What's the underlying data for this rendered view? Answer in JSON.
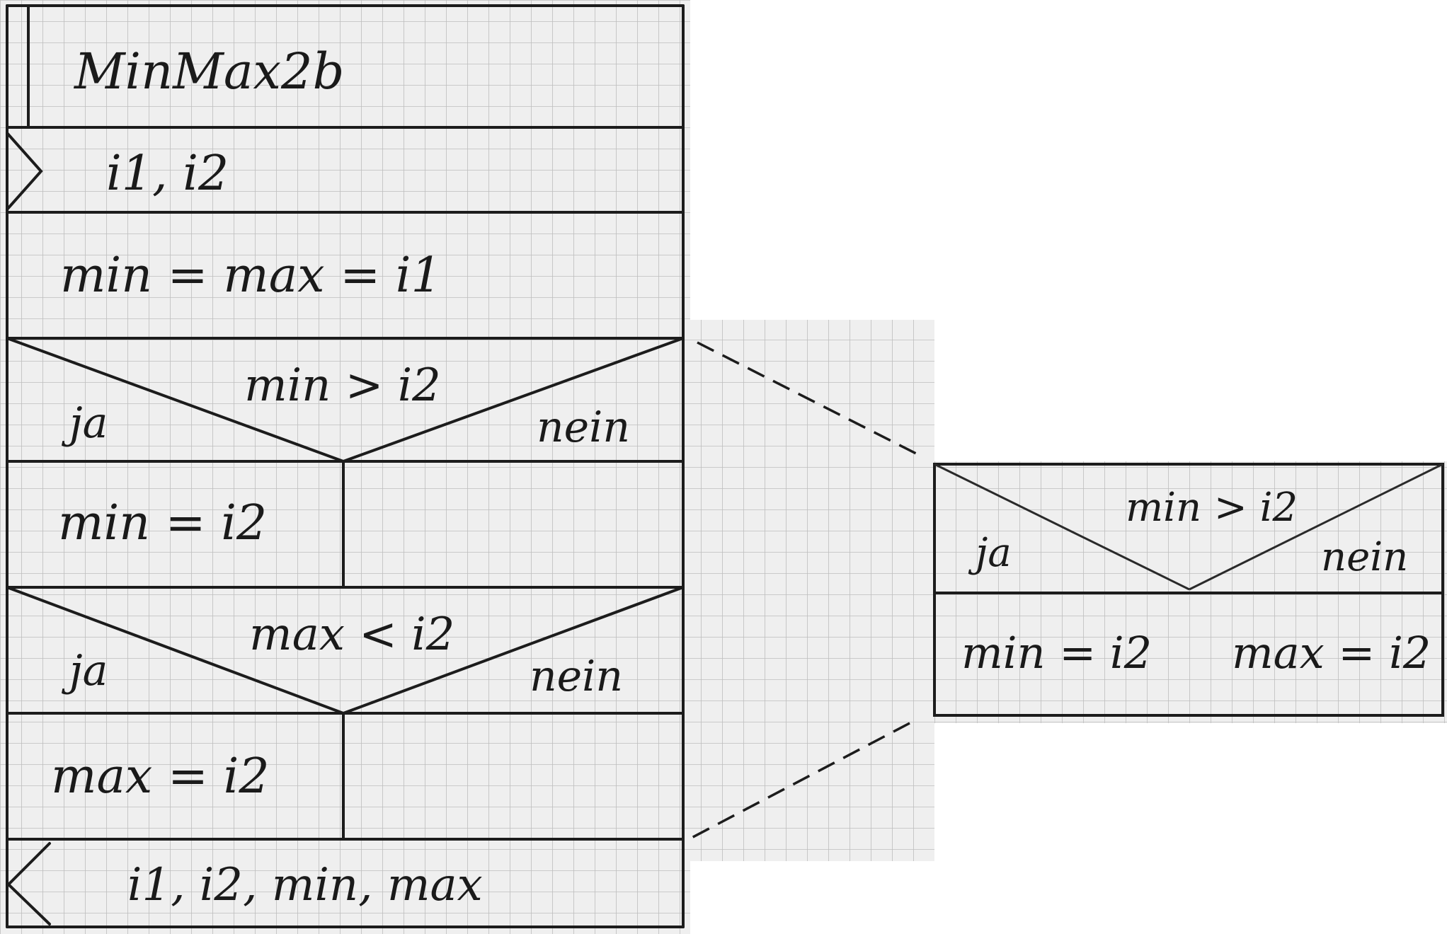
{
  "diagram": {
    "title": "MinMax2b",
    "input": "i1, i2",
    "assignment": "min = max = i1",
    "decision1": {
      "condition": "min > i2",
      "yes_label": "ja",
      "no_label": "nein",
      "yes_action": "min = i2"
    },
    "decision2": {
      "condition": "max < i2",
      "yes_label": "ja",
      "no_label": "nein",
      "yes_action": "max = i2"
    },
    "output": "i1, i2, min, max",
    "alternative": {
      "condition": "min > i2",
      "yes_label": "ja",
      "no_label": "nein",
      "yes_action": "min = i2",
      "no_action": "max = i2"
    }
  },
  "colors": {
    "paper": "#efefef",
    "grid": "#b8b8b8",
    "ink": "#1c1c1c"
  }
}
